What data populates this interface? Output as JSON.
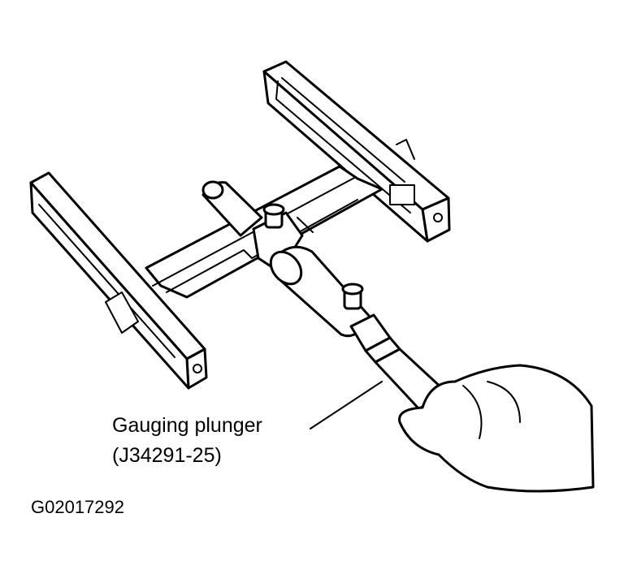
{
  "diagram": {
    "callout": {
      "line1": "Gauging plunger",
      "line2": "(J34291-25)"
    },
    "figure_code": "G02017292"
  }
}
